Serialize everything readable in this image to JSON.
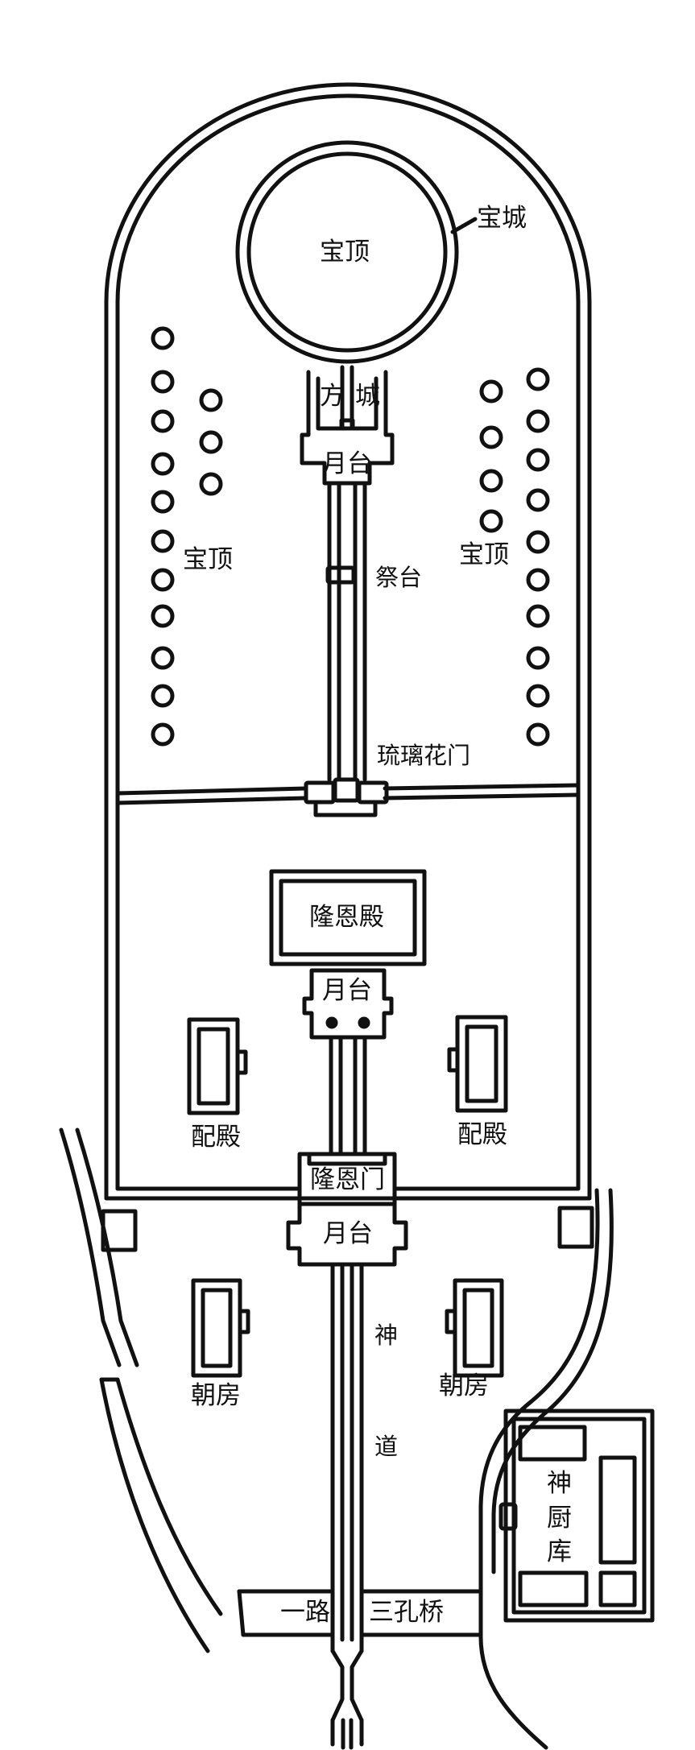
{
  "colors": {
    "ink": "#111111",
    "paper": "#ffffff"
  },
  "labels": {
    "baocheng": "宝城",
    "baoding_main": "宝顶",
    "fangcheng_left": "方",
    "fangcheng_right": "城",
    "yuetai_top": "月台",
    "baoding_left": "宝顶",
    "baoding_right": "宝顶",
    "jitai": "祭台",
    "liulihuamen": "琉璃花门",
    "longendian": "隆恩殿",
    "yuetai_mid": "月台",
    "peidian_left": "配殿",
    "peidian_right": "配殿",
    "longenmen": "隆恩门",
    "yuetai_low": "月台",
    "chaofang_left": "朝房",
    "chaofang_right": "朝房",
    "shendao_1": "神",
    "shendao_2": "道",
    "shenchuku_1": "神",
    "shenchuku_2": "厨",
    "shenchuku_3": "库",
    "yilu": "一路",
    "sankongqiao": "三孔桥"
  }
}
